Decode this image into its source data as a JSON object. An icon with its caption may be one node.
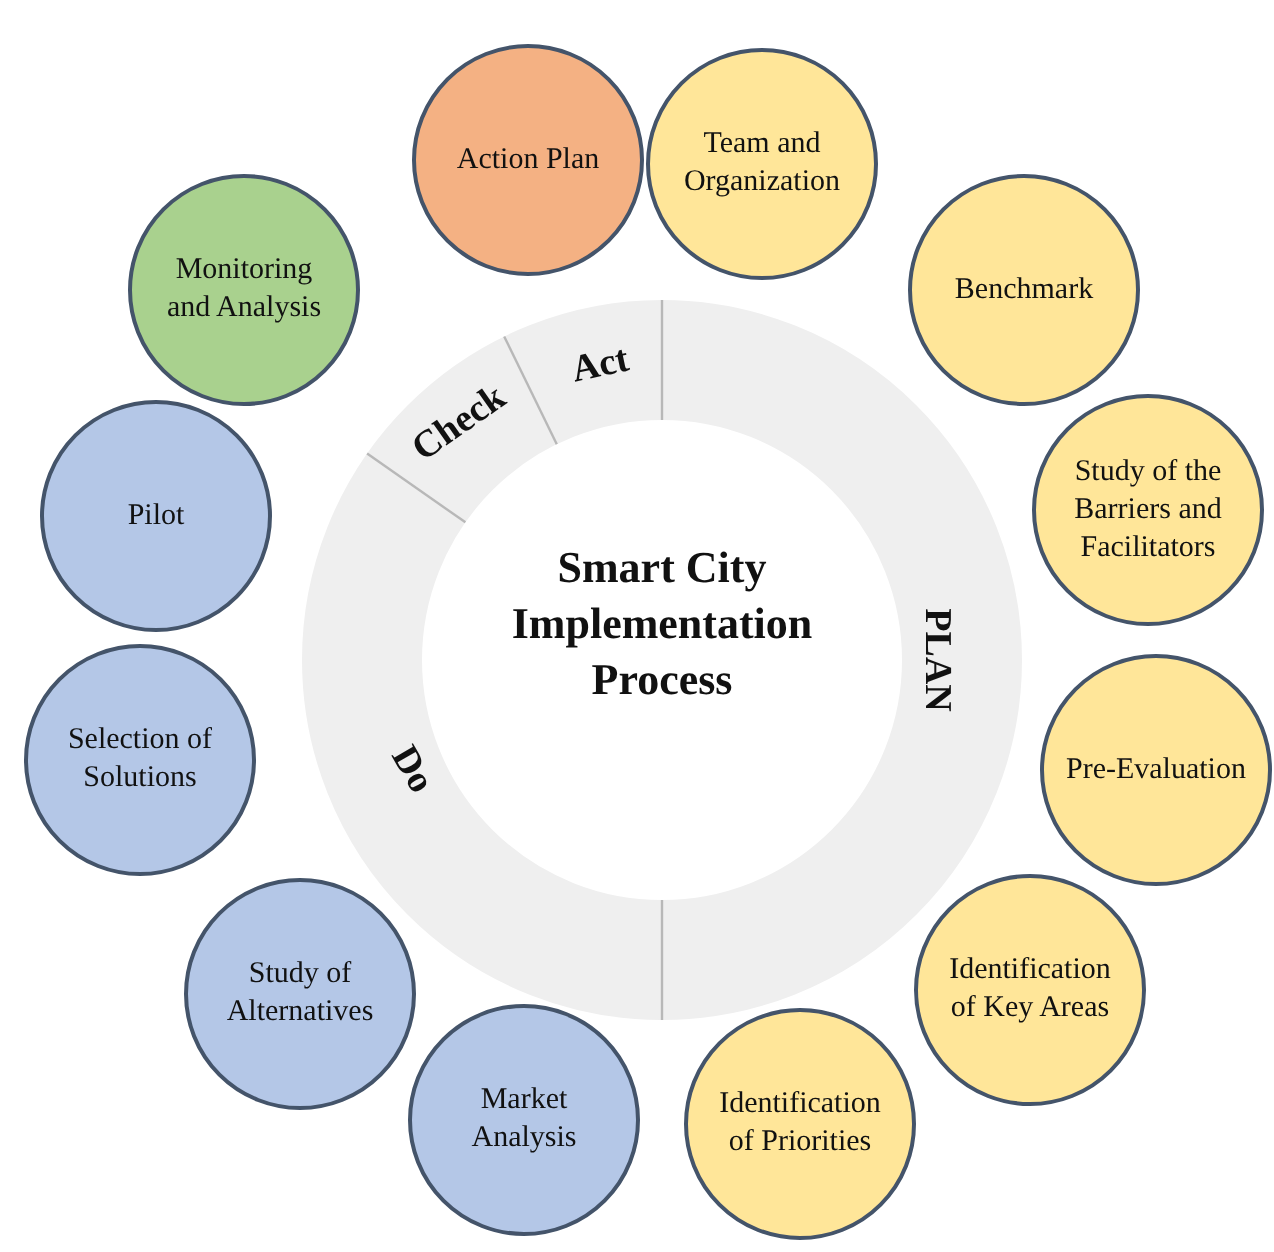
{
  "diagram": {
    "title": "Smart City Implementation Process",
    "nodes": [
      {
        "text": [
          "Action Plan"
        ]
      },
      {
        "text": [
          "Team and Organization"
        ]
      },
      {
        "text": [
          "Benchmark"
        ]
      },
      {
        "text": [
          "Study of the Barriers and Facilitators"
        ]
      },
      {
        "text": [
          "Pre-Evaluation"
        ]
      },
      {
        "text": [
          "Identification of Key Areas"
        ]
      },
      {
        "text": [
          "Identification of Priorities"
        ]
      },
      {
        "text": [
          "Market Analysis"
        ]
      },
      {
        "text": [
          "Study of Alternatives"
        ]
      },
      {
        "text": [
          "Selection of Solutions"
        ]
      },
      {
        "text": [
          "Pilot"
        ]
      },
      {
        "text": [
          "Monitoring and Analysis"
        ]
      }
    ],
    "edges": [],
    "labels": [
      "Act",
      "Check",
      "PLAN",
      "Do"
    ]
  }
}
